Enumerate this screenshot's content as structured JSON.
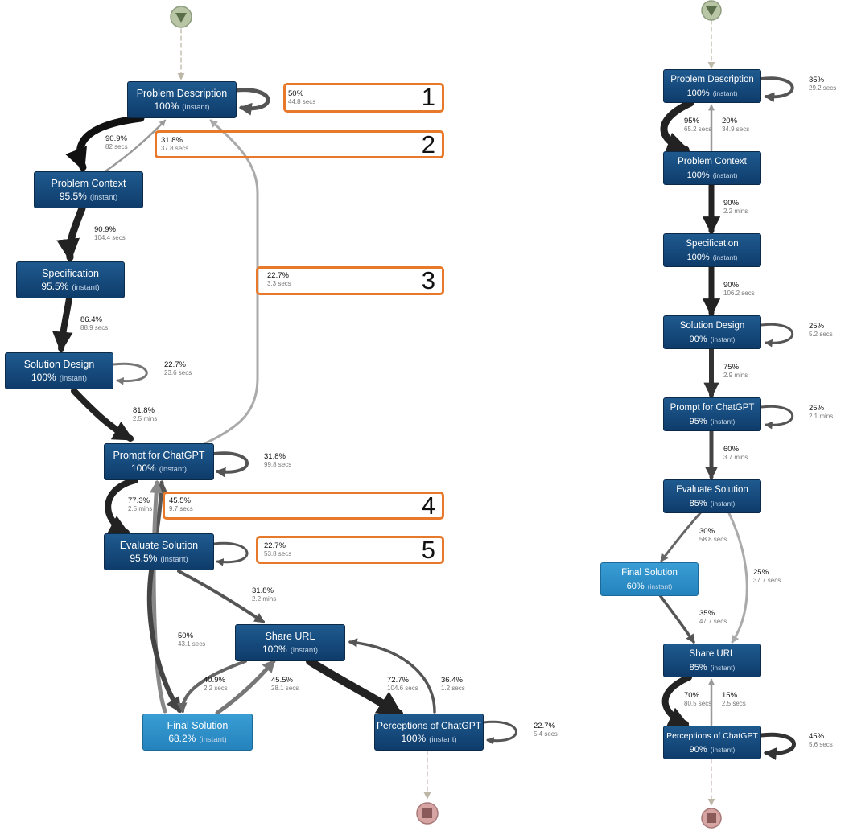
{
  "left": {
    "nodes": [
      {
        "id": "pd",
        "name": "Problem Description",
        "pct": "100%",
        "sub": "(instant)"
      },
      {
        "id": "pc",
        "name": "Problem Context",
        "pct": "95.5%",
        "sub": "(instant)"
      },
      {
        "id": "sp",
        "name": "Specification",
        "pct": "95.5%",
        "sub": "(instant)"
      },
      {
        "id": "sd",
        "name": "Solution Design",
        "pct": "100%",
        "sub": "(instant)"
      },
      {
        "id": "pg",
        "name": "Prompt for ChatGPT",
        "pct": "100%",
        "sub": "(instant)"
      },
      {
        "id": "es",
        "name": "Evaluate Solution",
        "pct": "95.5%",
        "sub": "(instant)"
      },
      {
        "id": "su",
        "name": "Share URL",
        "pct": "100%",
        "sub": "(instant)"
      },
      {
        "id": "fs",
        "name": "Final Solution",
        "pct": "68.2%",
        "sub": "(instant)"
      },
      {
        "id": "pe",
        "name": "Perceptions of ChatGPT",
        "pct": "100%",
        "sub": "(instant)"
      }
    ],
    "edges": [
      {
        "pct": "50%",
        "time": "44.8 secs"
      },
      {
        "pct": "31.8%",
        "time": "37.8 secs"
      },
      {
        "pct": "90.9%",
        "time": "82 secs"
      },
      {
        "pct": "90.9%",
        "time": "104.4 secs"
      },
      {
        "pct": "22.7%",
        "time": "3.3 secs"
      },
      {
        "pct": "86.4%",
        "time": "88.9 secs"
      },
      {
        "pct": "22.7%",
        "time": "23.6 secs"
      },
      {
        "pct": "81.8%",
        "time": "2.5 mins"
      },
      {
        "pct": "31.8%",
        "time": "99.8 secs"
      },
      {
        "pct": "77.3%",
        "time": "2.5 mins"
      },
      {
        "pct": "45.5%",
        "time": "9.7 secs"
      },
      {
        "pct": "22.7%",
        "time": "53.8 secs"
      },
      {
        "pct": "31.8%",
        "time": "2.2 mins"
      },
      {
        "pct": "50%",
        "time": "43.1 secs"
      },
      {
        "pct": "40.9%",
        "time": "2.2 secs"
      },
      {
        "pct": "45.5%",
        "time": "28.1 secs"
      },
      {
        "pct": "72.7%",
        "time": "104.6 secs"
      },
      {
        "pct": "36.4%",
        "time": "1.2 secs"
      },
      {
        "pct": "22.7%",
        "time": "5.4 secs"
      }
    ],
    "highlights": [
      "1",
      "2",
      "3",
      "4",
      "5"
    ]
  },
  "right": {
    "nodes": [
      {
        "id": "pd",
        "name": "Problem Description",
        "pct": "100%",
        "sub": "(instant)"
      },
      {
        "id": "pc",
        "name": "Problem Context",
        "pct": "100%",
        "sub": "(instant)"
      },
      {
        "id": "sp",
        "name": "Specification",
        "pct": "100%",
        "sub": "(instant)"
      },
      {
        "id": "sd",
        "name": "Solution Design",
        "pct": "90%",
        "sub": "(instant)"
      },
      {
        "id": "pg",
        "name": "Prompt for ChatGPT",
        "pct": "95%",
        "sub": "(instant)"
      },
      {
        "id": "es",
        "name": "Evaluate Solution",
        "pct": "85%",
        "sub": "(instant)"
      },
      {
        "id": "fs",
        "name": "Final Solution",
        "pct": "60%",
        "sub": "(instant)"
      },
      {
        "id": "su",
        "name": "Share URL",
        "pct": "85%",
        "sub": "(instant)"
      },
      {
        "id": "pe",
        "name": "Perceptions of ChatGPT",
        "pct": "90%",
        "sub": "(instant)"
      }
    ],
    "edges": [
      {
        "pct": "35%",
        "time": "29.2 secs"
      },
      {
        "pct": "95%",
        "time": "65.2 secs"
      },
      {
        "pct": "20%",
        "time": "34.9 secs"
      },
      {
        "pct": "90%",
        "time": "2.2 mins"
      },
      {
        "pct": "90%",
        "time": "106.2 secs"
      },
      {
        "pct": "25%",
        "time": "5.2 secs"
      },
      {
        "pct": "75%",
        "time": "2.9 mins"
      },
      {
        "pct": "25%",
        "time": "2.1 mins"
      },
      {
        "pct": "60%",
        "time": "3.7 mins"
      },
      {
        "pct": "30%",
        "time": "58.8 secs"
      },
      {
        "pct": "25%",
        "time": "37.7 secs"
      },
      {
        "pct": "35%",
        "time": "47.7 secs"
      },
      {
        "pct": "70%",
        "time": "80.5 secs"
      },
      {
        "pct": "15%",
        "time": "2.5 secs"
      },
      {
        "pct": "45%",
        "time": "5.6 secs"
      }
    ]
  },
  "colors": {
    "node_dark": "#0e3c6b",
    "node_light": "#2483bd",
    "highlight": "#e8782a",
    "start": "#b9c6a6",
    "end": "#d7a4a4"
  }
}
